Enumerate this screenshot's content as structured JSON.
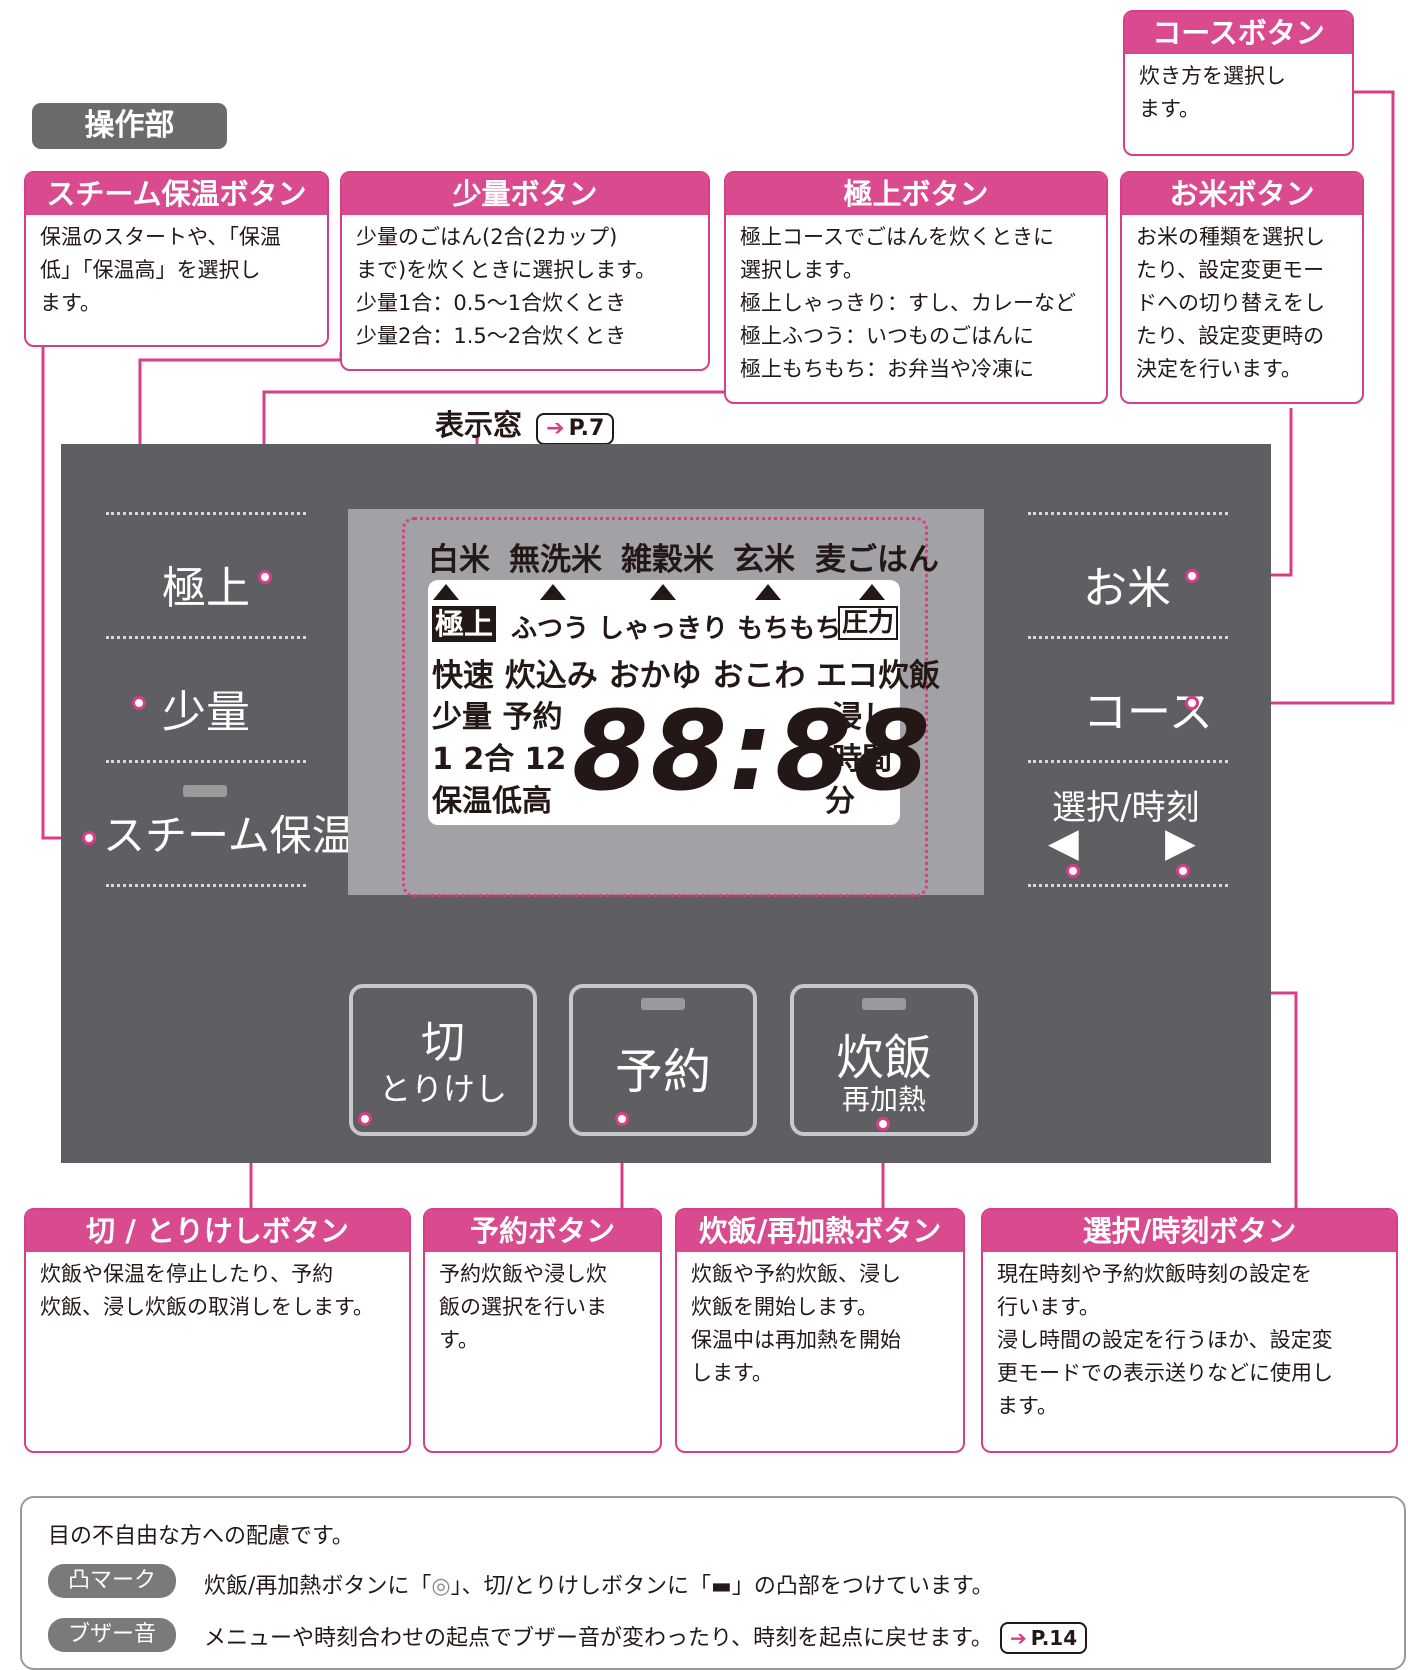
{
  "section_label": "操作部",
  "callouts": {
    "course": {
      "title": "コースボタン",
      "lines": [
        "炊き方を選択し",
        "ます。"
      ]
    },
    "steam": {
      "title": "スチーム保温ボタン",
      "lines": [
        "保温のスタートや、「保温",
        "低」「保温高」を選択し",
        "ます。"
      ]
    },
    "small": {
      "title": "少量ボタン",
      "lines": [
        "少量のごはん(2合(2カップ)",
        "まで)を炊くときに選択します。",
        "少量1合：0.5〜1合炊くとき",
        "少量2合：1.5〜2合炊くとき"
      ]
    },
    "gokujo": {
      "title": "極上ボタン",
      "lines": [
        "極上コースでごはんを炊くときに",
        "選択します。",
        "極上しゃっきり：すし、カレーなど",
        "極上ふつう：いつものごはんに",
        "極上もちもち：お弁当や冷凍に"
      ]
    },
    "rice": {
      "title": "お米ボタン",
      "lines": [
        "お米の種類を選択し",
        "たり、設定変更モー",
        "ドへの切り替えをし",
        "たり、設定変更時の",
        "決定を行います。"
      ]
    },
    "off": {
      "title": "切 / とりけしボタン",
      "lines": [
        "炊飯や保温を停止したり、予約",
        "炊飯、浸し炊飯の取消しをします。"
      ]
    },
    "timer": {
      "title": "予約ボタン",
      "lines": [
        "予約炊飯や浸し炊",
        "飯の選択を行いま",
        "す。"
      ]
    },
    "cook": {
      "title": "炊飯/再加熱ボタン",
      "lines": [
        "炊飯や予約炊飯、浸し",
        "炊飯を開始します。",
        "保温中は再加熱を開始",
        "します。"
      ]
    },
    "select": {
      "title": "選択/時刻ボタン",
      "lines": [
        "現在時刻や予約炊飯時刻の設定を",
        "行います。",
        "浸し時間の設定を行うほか、設定変",
        "更モードでの表示送りなどに使用し",
        "ます。"
      ]
    }
  },
  "display_window": {
    "label": "表示窓",
    "ref": "P.7"
  },
  "panel_labels": {
    "gokujo": "極上",
    "small": "少量",
    "steam": "スチーム保温",
    "rice": "お米",
    "course": "コース",
    "select_time": "選択/時刻",
    "left_arrow": "◀",
    "right_arrow": "▶"
  },
  "panel_buttons": {
    "off": {
      "main": "切",
      "sub": "とりけし"
    },
    "timer": {
      "main": "予約"
    },
    "cook": {
      "main": "炊飯",
      "sub": "再加熱"
    }
  },
  "lcd": {
    "rice_types": [
      "白米",
      "無洗米",
      "雑穀米",
      "玄米",
      "麦ごはん"
    ],
    "row1": {
      "gokujo": "極上",
      "modes": "ふつう しゃっきり もちもち",
      "pressure": "圧力"
    },
    "row2": "快速 炊込み おかゆ おこわ エコ炊飯",
    "row3_left": "少量  予約",
    "row4_left": "1  2合 12",
    "row5_left": "保温低高",
    "digits": "88:88",
    "right_top": "浸し",
    "right_mid": "時間",
    "right_bot": "分"
  },
  "note": {
    "title": "目の不自由な方への配慮です。",
    "rows": [
      {
        "tag": "凸マーク",
        "text_before": "炊飯/再加熱ボタンに「",
        "symbol1": "◎",
        "text_mid": "」、切/とりけしボタンに「",
        "symbol2": "▬",
        "text_after": "」の凸部をつけています。"
      },
      {
        "tag": "ブザー音",
        "text": "メニューや時刻合わせの起点でブザー音が変わったり、時刻を起点に戻せます。",
        "ref": "P.14"
      }
    ]
  },
  "colors": {
    "accent": "#d94b8e",
    "panel": "#5f5f63",
    "lcd_frame": "#a2a2a6"
  }
}
